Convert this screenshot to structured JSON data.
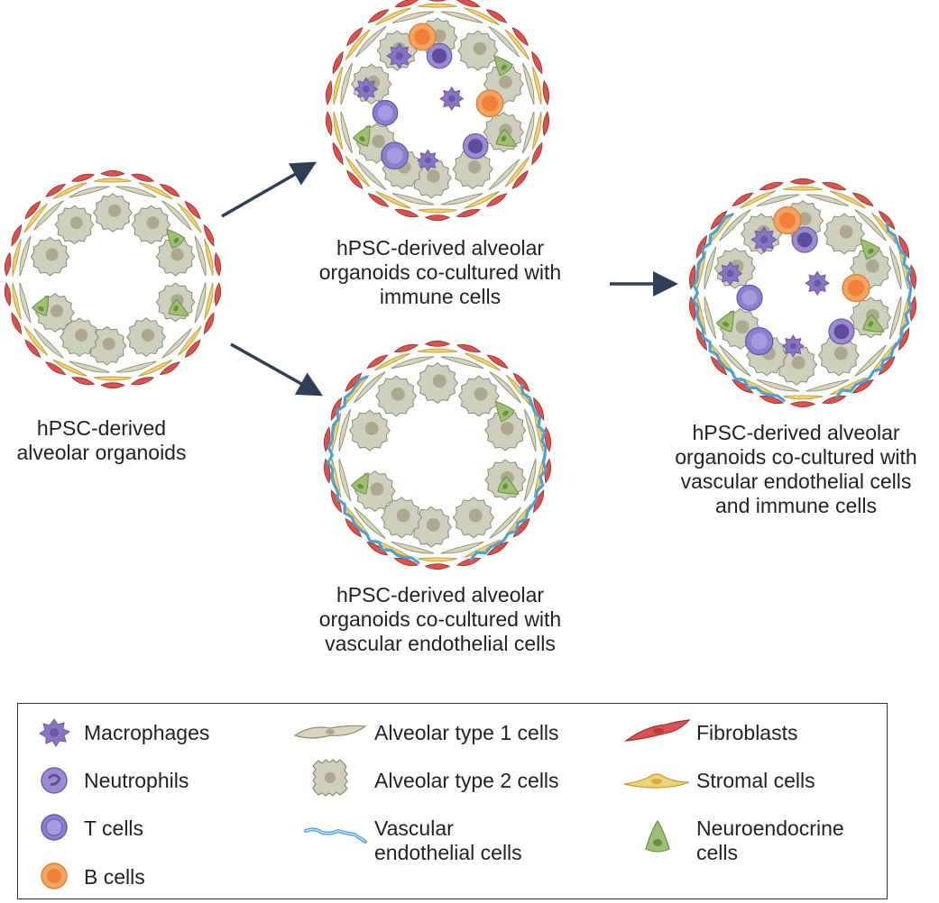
{
  "captions": {
    "base": [
      "hPSC-derived",
      "alveolar organoids"
    ],
    "immune": [
      "hPSC-derived alveolar",
      "organoids co-cultured with",
      "immune cells"
    ],
    "vascular": [
      "hPSC-derived alveolar",
      "organoids co-cultured with",
      "vascular endothelial cells"
    ],
    "combined": [
      "hPSC-derived alveolar",
      "organoids co-cultured with",
      "vascular endothelial cells",
      "and immune cells"
    ]
  },
  "legend": {
    "macrophages": [
      "Macrophages"
    ],
    "neutrophils": [
      "Neutrophils"
    ],
    "t_cells": [
      "T cells"
    ],
    "b_cells": [
      "B cells"
    ],
    "at1": [
      "Alveolar type 1 cells"
    ],
    "at2": [
      "Alveolar type 2 cells"
    ],
    "vascular": [
      "Vascular",
      "endothelial cells"
    ],
    "fibroblasts": [
      "Fibroblasts"
    ],
    "stromal": [
      "Stromal cells"
    ],
    "neuroendocrine": [
      "Neuroendocrine",
      "cells"
    ]
  },
  "colors": {
    "fibroblast": "#d9534f",
    "stromal": "#f0d27a",
    "at1": "#d6d6bf",
    "at2": "#cfcfbd",
    "vascular": "#4aa3d8",
    "neuroendocrine": "#9fbf73",
    "macrophage": "#8a75c4",
    "neutrophil": "#9b8bd0",
    "tcell": "#8c7fcf",
    "bcell": "#f4a361",
    "arrow": "#2f3f55"
  }
}
